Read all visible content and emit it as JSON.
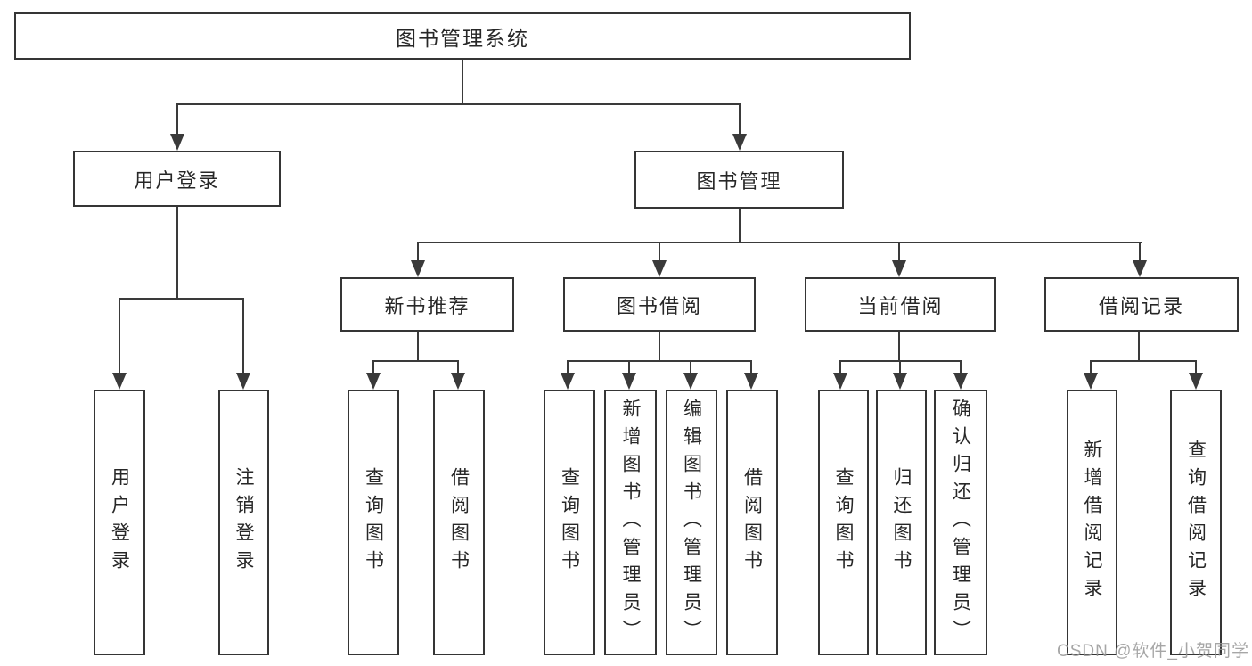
{
  "watermark": "CSDN @软件_小贺同学",
  "colors": {
    "line": "#3a3a3a",
    "box_border": "#353535",
    "text": "#272727",
    "watermark": "#969696",
    "background": "#ffffff"
  },
  "tree": {
    "root": {
      "label": "图书管理系统"
    },
    "branches": [
      {
        "label": "用户登录",
        "leaves": [
          {
            "label": "用户登录"
          },
          {
            "label": "注销登录"
          }
        ]
      },
      {
        "label": "图书管理",
        "groups": [
          {
            "label": "新书推荐",
            "leaves": [
              {
                "label": "查询图书"
              },
              {
                "label": "借阅图书"
              }
            ]
          },
          {
            "label": "图书借阅",
            "leaves": [
              {
                "label": "查询图书"
              },
              {
                "label": "新增图书（管理员）"
              },
              {
                "label": "编辑图书（管理员）"
              },
              {
                "label": "借阅图书"
              }
            ]
          },
          {
            "label": "当前借阅",
            "leaves": [
              {
                "label": "查询图书"
              },
              {
                "label": "归还图书"
              },
              {
                "label": "确认归还（管理员）"
              }
            ]
          },
          {
            "label": "借阅记录",
            "leaves": [
              {
                "label": "新增借阅记录"
              },
              {
                "label": "查询借阅记录"
              }
            ]
          }
        ]
      }
    ]
  }
}
